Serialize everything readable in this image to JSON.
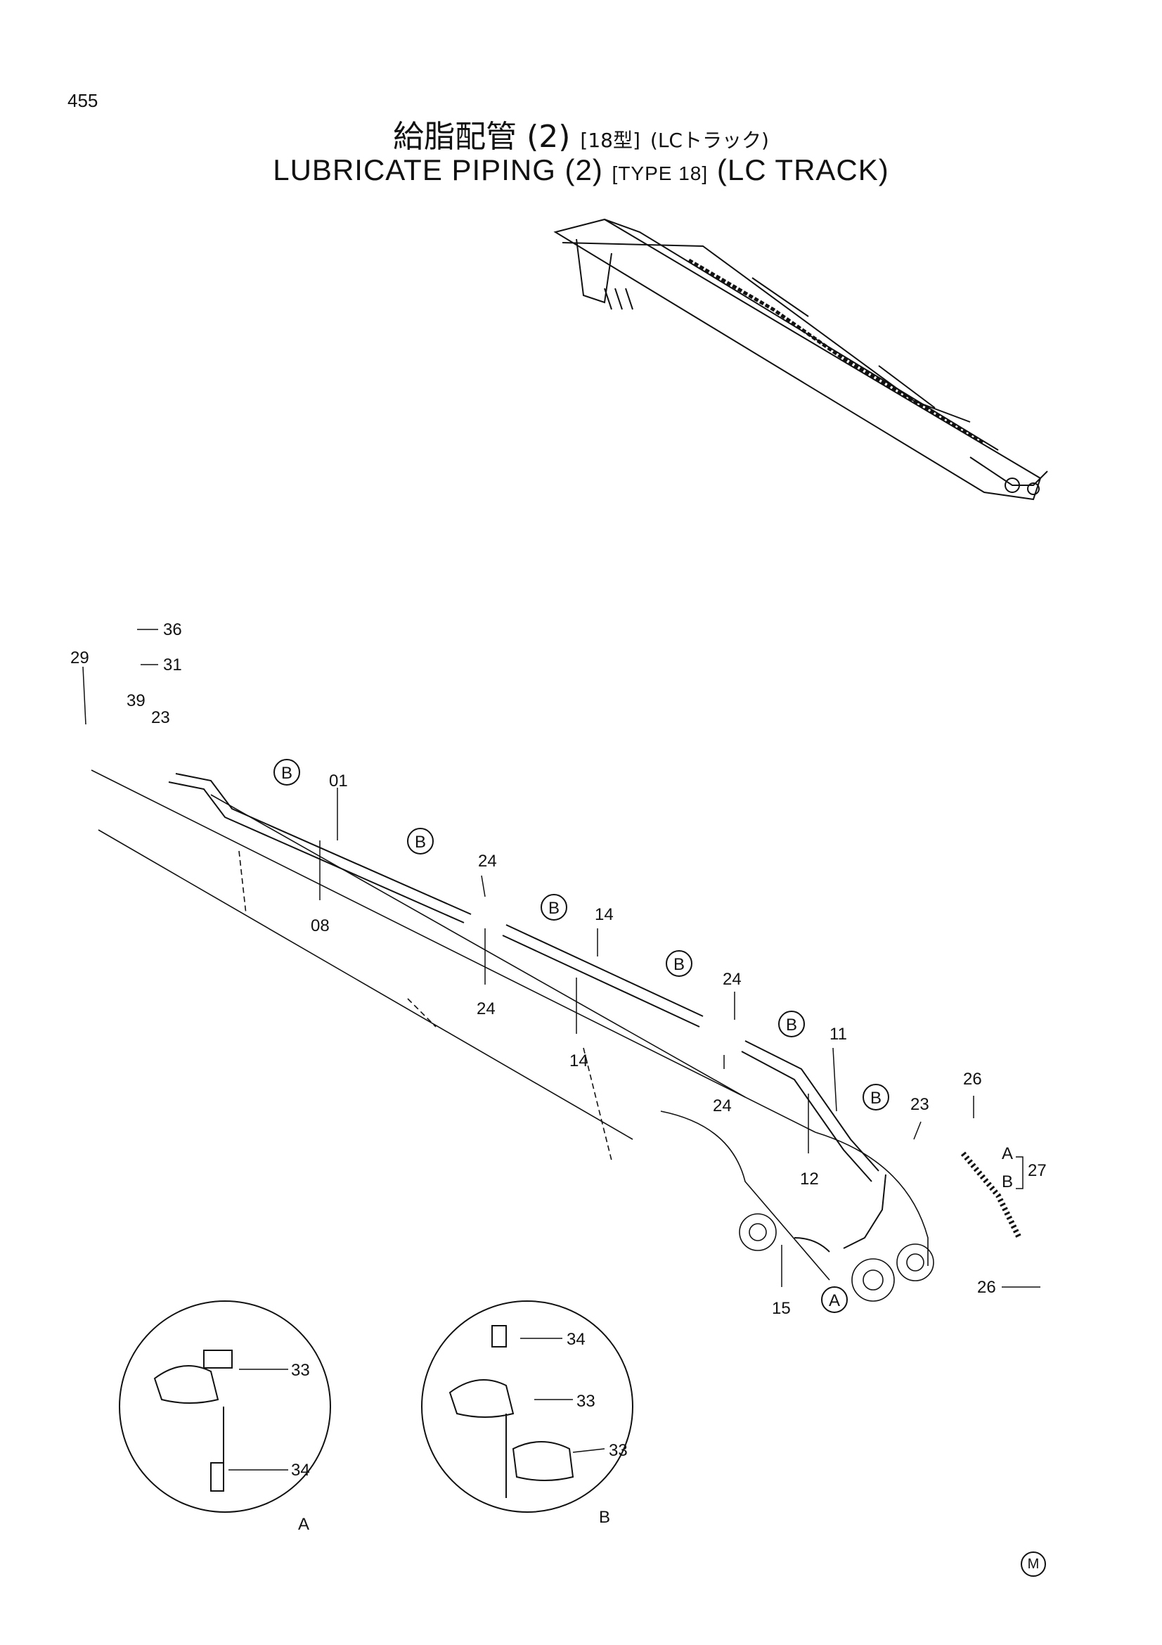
{
  "page_number": "455",
  "title": {
    "jp_main": "給脂配管 (2)",
    "jp_type": "[18型]",
    "jp_track": "(LCトラック)",
    "en_main": "LUBRICATE PIPING (2)",
    "en_type": "[TYPE 18]",
    "en_track": "(LC TRACK)"
  },
  "callouts": {
    "c36": "36",
    "c31": "31",
    "c29": "29",
    "c39": "39",
    "c23a": "23",
    "c01": "01",
    "c08": "08",
    "c24a": "24",
    "c24b": "24",
    "c14a": "14",
    "c14b": "14",
    "c24c": "24",
    "c24d": "24",
    "c11": "11",
    "c12": "12",
    "c23b": "23",
    "c26a": "26",
    "c26b": "26",
    "c27": "27",
    "cA27": "A",
    "cB27": "B",
    "c15": "15",
    "d33a": "33",
    "d34a": "34",
    "d34b": "34",
    "d33b": "33",
    "d33c": "33"
  },
  "detail_refs": {
    "b1": "B",
    "b2": "B",
    "b3": "B",
    "b4": "B",
    "b5": "B",
    "b6": "B",
    "a1": "A",
    "detailA": "A",
    "detailB": "B"
  },
  "mark": "M"
}
